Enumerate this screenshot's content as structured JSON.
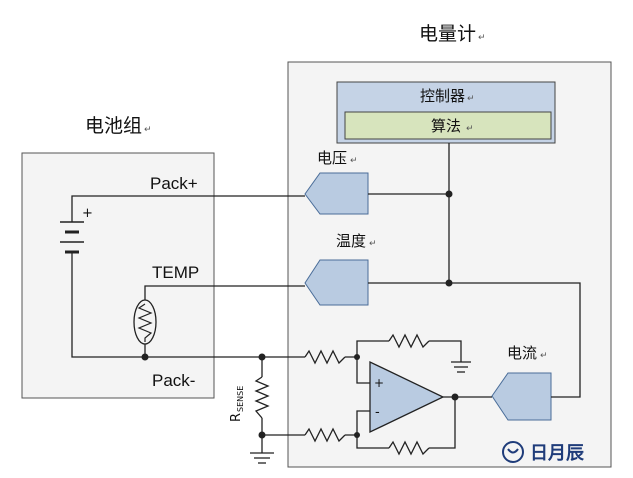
{
  "gauge": {
    "title": "电量计",
    "controller": "控制器",
    "algorithm": "算法",
    "voltage": "电压",
    "temperature": "温度",
    "current": "电流"
  },
  "pack": {
    "title": "电池组",
    "pack_plus": "Pack+",
    "temp": "TEMP",
    "pack_minus": "Pack-",
    "battery_plus": "+"
  },
  "amp": {
    "plus": "+",
    "minus": "-"
  },
  "sense": {
    "r": "R",
    "sub": "SENSE"
  },
  "para_mark": "↵",
  "watermark": {
    "text": "日月辰"
  },
  "colors": {
    "box_fill": "#f4f4f4",
    "controller_fill": "#c5d3e6",
    "algorithm_fill": "#d7e4bd",
    "adc_fill": "#b9cbe1",
    "adc_stroke": "#4a6d99",
    "wire": "#222222",
    "watermark": "#1f3c7a"
  }
}
